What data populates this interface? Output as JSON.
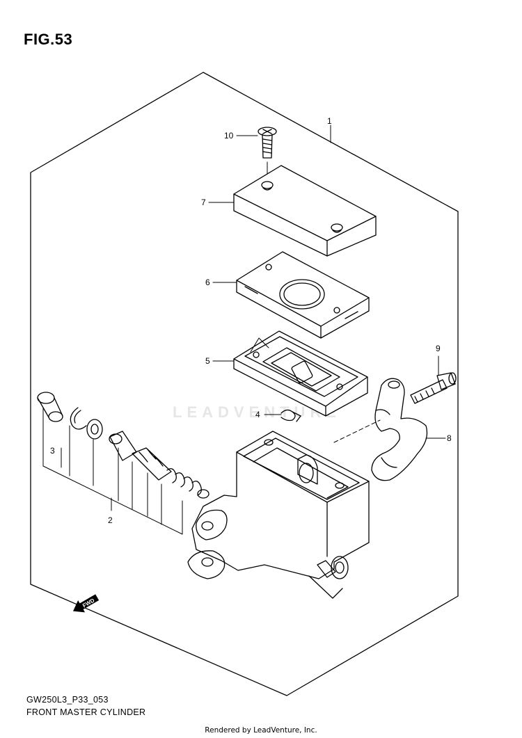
{
  "figure": {
    "title": "FIG.53",
    "code": "GW250L3_P33_053",
    "name": "FRONT MASTER CYLINDER",
    "rendered_by": "Rendered by LeadVenture, Inc."
  },
  "watermark": {
    "text": "LEADVENTURE"
  },
  "callouts": [
    {
      "id": "1",
      "label": "1"
    },
    {
      "id": "2",
      "label": "2"
    },
    {
      "id": "3",
      "label": "3"
    },
    {
      "id": "4",
      "label": "4"
    },
    {
      "id": "5",
      "label": "5"
    },
    {
      "id": "6",
      "label": "6"
    },
    {
      "id": "7",
      "label": "7"
    },
    {
      "id": "8",
      "label": "8"
    },
    {
      "id": "9",
      "label": "9"
    },
    {
      "id": "10",
      "label": "10"
    }
  ],
  "direction_marker": {
    "label": "FWD",
    "icon": "fwd-arrow-icon"
  }
}
